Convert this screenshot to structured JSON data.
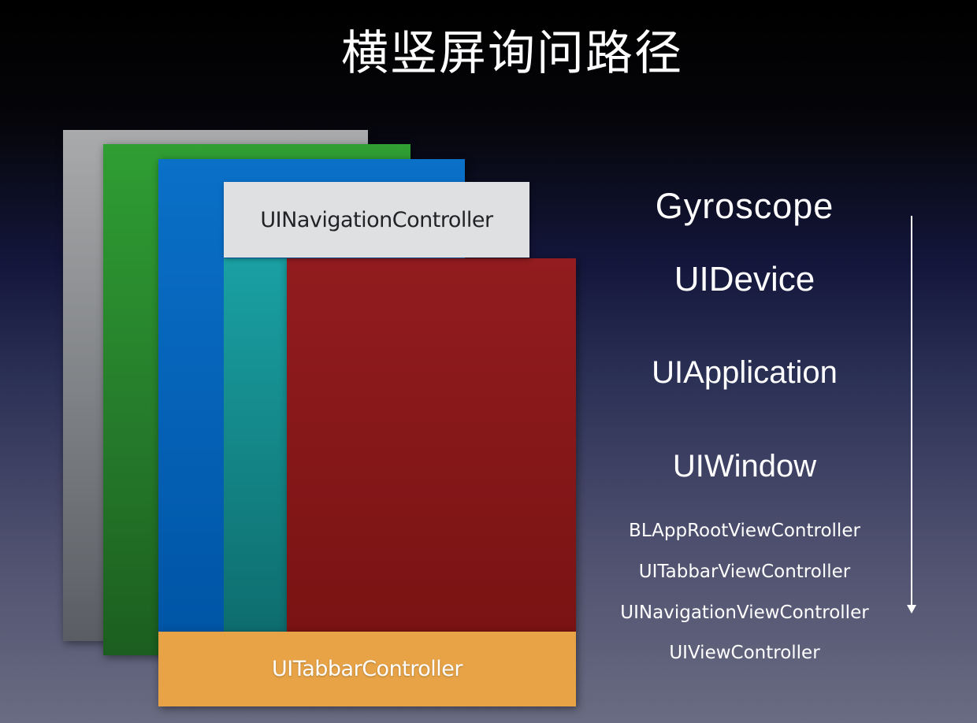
{
  "slide": {
    "title": "横竖屏询问路径"
  },
  "diagram": {
    "navigation_bar_label": "UINavigationController",
    "tabbar_label": "UITabbarController",
    "path": [
      "Gyroscope",
      "UIDevice",
      "UIApplication",
      "UIWindow",
      "BLAppRootViewController",
      "UITabbarViewController",
      "UINavigationViewController",
      "UIViewController"
    ]
  },
  "colors": {
    "gray_layer": "#8a8c90",
    "green_layer": "#27862c",
    "blue_layer": "#0061b8",
    "teal_layer": "#14878a",
    "red_layer": "#861818",
    "navigation_bar": "#dfe0e2",
    "tabbar": "#e7a346",
    "arrow": "#ffffff"
  },
  "icons": {
    "flow_arrow": "down-arrow-icon"
  }
}
